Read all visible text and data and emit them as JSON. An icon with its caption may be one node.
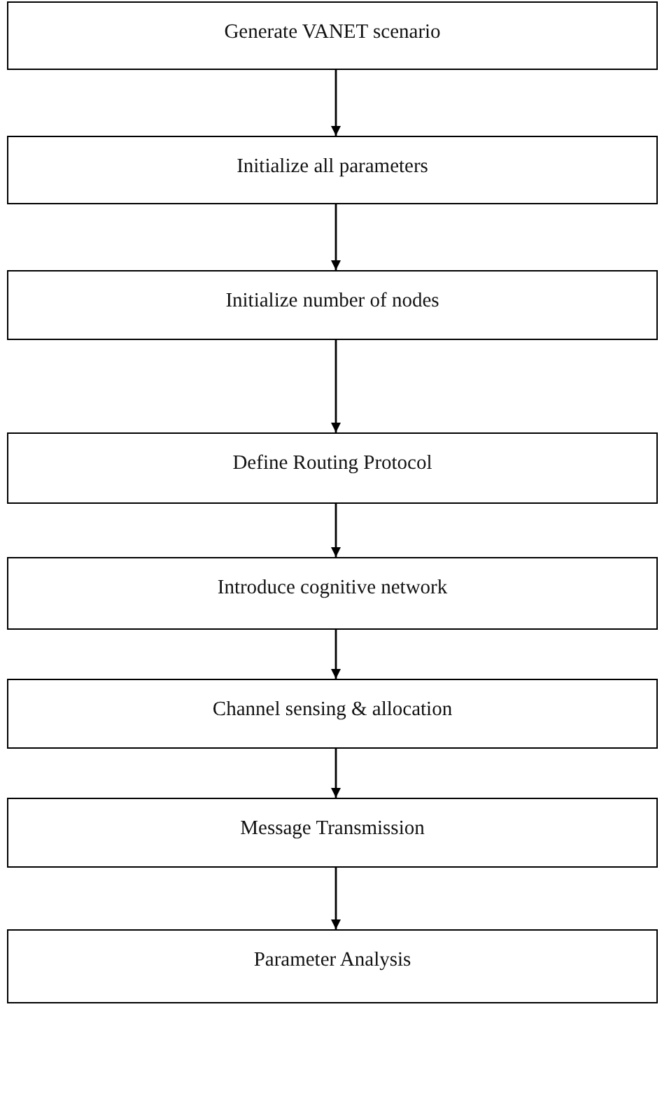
{
  "diagram": {
    "nodes": [
      {
        "text": [
          "Generate VANET scenario"
        ]
      },
      {
        "text": [
          "Initialize all parameters"
        ]
      },
      {
        "text": [
          "Initialize number of nodes"
        ]
      },
      {
        "text": [
          "Define Routing Protocol"
        ]
      },
      {
        "text": [
          "Introduce cognitive network"
        ]
      },
      {
        "text": [
          "Channel sensing & allocation"
        ]
      },
      {
        "text": [
          "Message Transmission"
        ]
      },
      {
        "text": [
          "Parameter Analysis"
        ]
      }
    ],
    "edges": [
      {
        "from": 0,
        "to": 1,
        "arrow": "to"
      },
      {
        "from": 1,
        "to": 2,
        "arrow": "to"
      },
      {
        "from": 2,
        "to": 3,
        "arrow": "to"
      },
      {
        "from": 3,
        "to": 4,
        "arrow": "to"
      },
      {
        "from": 4,
        "to": 5,
        "arrow": "to"
      },
      {
        "from": 5,
        "to": 6,
        "arrow": "to"
      },
      {
        "from": 6,
        "to": 7,
        "arrow": "to"
      }
    ]
  }
}
